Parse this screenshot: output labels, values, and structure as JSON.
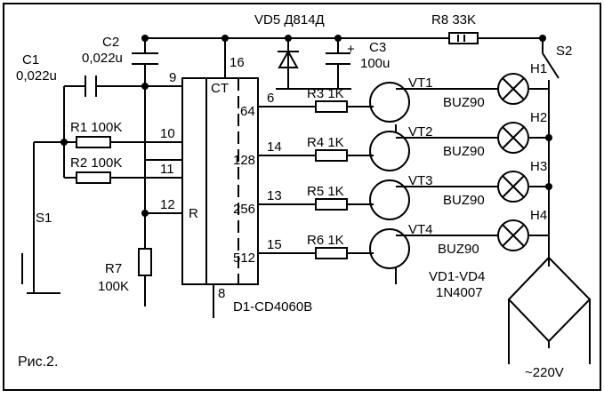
{
  "figure_caption": "Рис.2.",
  "ic": {
    "name": "D1-CD4060B",
    "ct_label": "CT",
    "reset_label": "R",
    "pins": {
      "p16": "16",
      "p9": "9",
      "p10": "10",
      "p11": "11",
      "p12": "12",
      "p8": "8",
      "p6": "6",
      "p14": "14",
      "p13": "13",
      "p15": "15"
    },
    "outputs": [
      "64",
      "128",
      "256",
      "512"
    ]
  },
  "components": {
    "c1": {
      "name": "C1",
      "value": "0,022u"
    },
    "c2": {
      "name": "C2",
      "value": "0,022u"
    },
    "c3": {
      "name": "C3",
      "value": "100u",
      "polarity": "+"
    },
    "r1": "R1 100K",
    "r2": "R2 100K",
    "r7": {
      "name": "R7",
      "value": "100K"
    },
    "r8": "R8 33K",
    "r3": "R3 1K",
    "r4": "R4 1K",
    "r5": "R5 1K",
    "r6": "R6 1K",
    "vd5": "VD5 Д814Д",
    "s1": "S1",
    "s2": "S2",
    "transistors": [
      {
        "name": "VT1",
        "type": "BUZ90"
      },
      {
        "name": "VT2",
        "type": "BUZ90"
      },
      {
        "name": "VT3",
        "type": "BUZ90"
      },
      {
        "name": "VT4",
        "type": "BUZ90"
      }
    ],
    "lamps": [
      "H1",
      "H2",
      "H3",
      "H4"
    ],
    "bridge": {
      "name": "VD1-VD4",
      "type": "1N4007"
    },
    "supply": "~220V"
  }
}
